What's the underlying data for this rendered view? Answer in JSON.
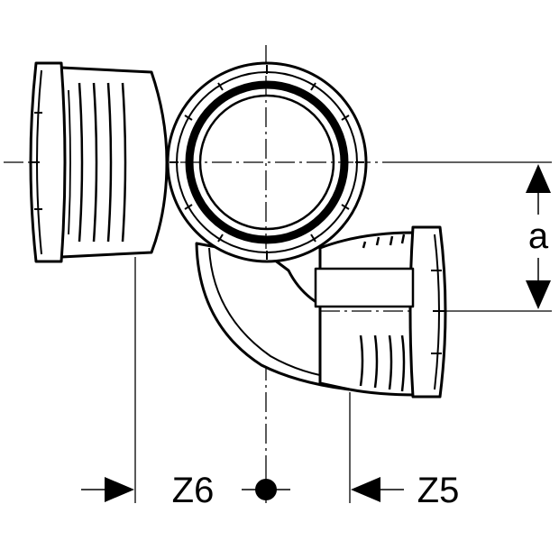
{
  "dimensions": {
    "a": "a",
    "z6": "Z6",
    "z5": "Z5"
  },
  "colors": {
    "line": "#000000",
    "background": "#ffffff"
  }
}
